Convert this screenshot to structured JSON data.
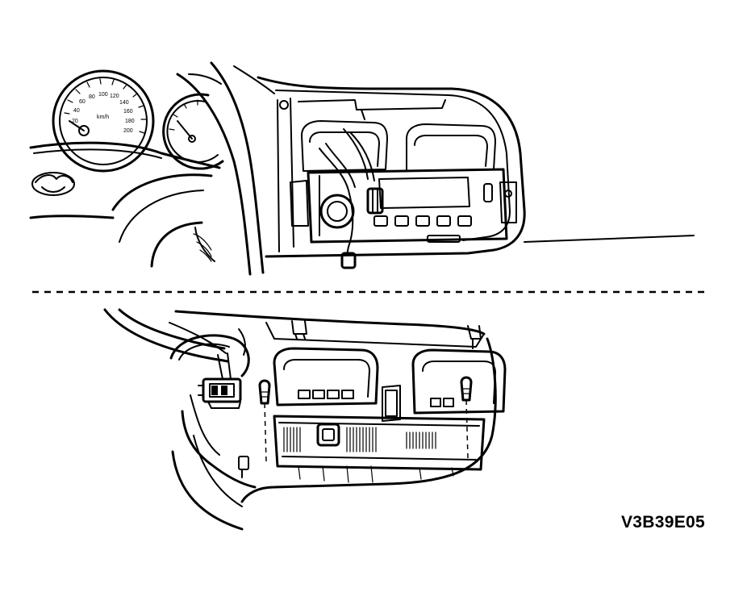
{
  "figure": {
    "code": "V3B39E05",
    "gauge_marks": [
      "80",
      "100",
      "120",
      "140",
      "60",
      "40",
      "20",
      "160",
      "180",
      "200",
      "km/h"
    ]
  },
  "colors": {
    "line": "#000000",
    "background": "#ffffff"
  },
  "panels": [
    {
      "id": "top",
      "name": "instrument-panel-center-bezel-installed"
    },
    {
      "id": "bottom",
      "name": "heater-control-unit-removal-detail"
    }
  ]
}
